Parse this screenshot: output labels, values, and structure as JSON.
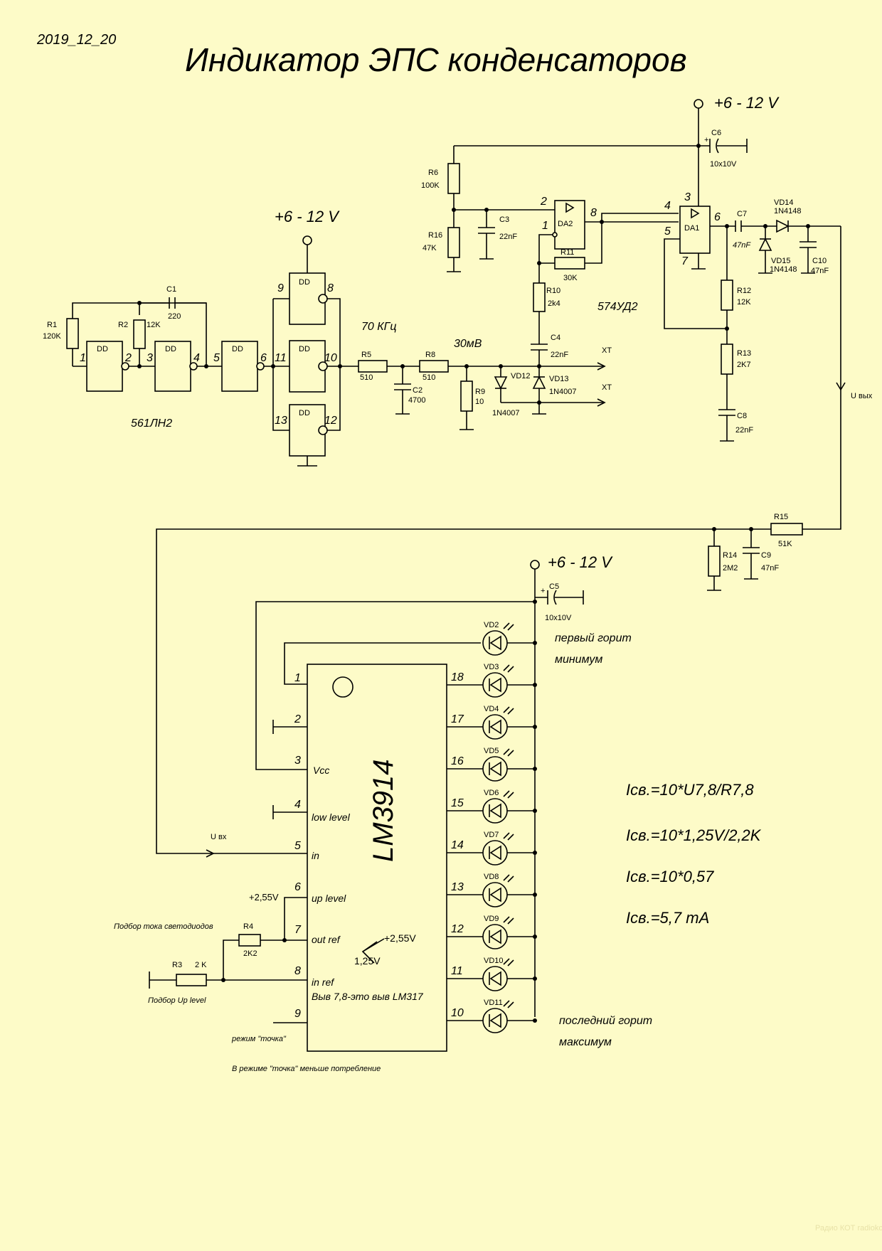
{
  "date": "2019_12_20",
  "title": "Индикатор ЭПС конденсаторов",
  "power": "+6 - 12 V",
  "gen": {
    "dd": "DD",
    "chip": "561ЛН2",
    "freq": "70 КГц",
    "amp": "30мВ",
    "pins": [
      "1",
      "2",
      "3",
      "4",
      "5",
      "6",
      "9",
      "8",
      "11",
      "10",
      "13",
      "12"
    ],
    "r1": "R1",
    "r1v": "120K",
    "r2": "R2",
    "r2v": "12K",
    "c1": "C1",
    "c1v": "220",
    "r5": "R5",
    "r5v": "510",
    "c2": "C2",
    "c2v": "4700",
    "r8": "R8",
    "r8v": "510",
    "r9": "R9",
    "r9v": "10",
    "vd12": "VD12",
    "vd13": "VD13",
    "d1n4007": "1N4007",
    "xt": "XT"
  },
  "amp": {
    "r6": "R6",
    "r6v": "100K",
    "r16": "R16",
    "r16v": "47K",
    "c3": "C3",
    "c3v": "22nF",
    "da2": "DA2",
    "da1": "DA1",
    "r11": "R11",
    "r11v": "30K",
    "r10": "R10",
    "r10v": "2k4",
    "c4": "C4",
    "c4v": "22nF",
    "opamp": "574УД2",
    "c6": "C6",
    "c6v": "10x10V",
    "c7": "C7",
    "c7v": "47nF",
    "vd14": "VD14",
    "vd15": "VD15",
    "d1n4148": "1N4148",
    "c10": "C10",
    "c10v": "47nF",
    "r12": "R12",
    "r12v": "12K",
    "r13": "R13",
    "r13v": "2K7",
    "c8": "C8",
    "c8v": "22nF",
    "uout": "U вых",
    "pins": [
      "2",
      "1",
      "8",
      "4",
      "3",
      "6",
      "5",
      "7"
    ]
  },
  "filter": {
    "r15": "R15",
    "r15v": "51K",
    "r14": "R14",
    "r14v": "2M2",
    "c9": "C9",
    "c9v": "47nF"
  },
  "lm": {
    "chip": "LM3914",
    "c5": "C5",
    "c5v": "10x10V",
    "uin": "U вх",
    "left_pins": [
      "1",
      "2",
      "3",
      "4",
      "5",
      "6",
      "7",
      "8",
      "9"
    ],
    "right_pins": [
      "18",
      "17",
      "16",
      "15",
      "14",
      "13",
      "12",
      "11",
      "10"
    ],
    "vcc": "Vcc",
    "low": "low level",
    "in": "in",
    "up": "up level",
    "outref": "out ref",
    "inref": "in ref",
    "note_pins": "Выв 7,8-это выв LM317",
    "v255": "+2,55V",
    "v255b": "+2,55V",
    "v125": "1,25V",
    "r4": "R4",
    "r4v": "2K2",
    "r3": "R3",
    "r3v": "2 K",
    "sel_led": "Подбор тока светодиодов",
    "sel_up": "Подбор Up level",
    "mode_dot": "режим \"точка\"",
    "mode_note": "В режиме \"точка\" меньше потребление",
    "leds": [
      "VD2",
      "VD3",
      "VD4",
      "VD5",
      "VD6",
      "VD7",
      "VD8",
      "VD9",
      "VD10",
      "VD11"
    ],
    "first1": "первый горит",
    "first2": "минимум",
    "last1": "последний горит",
    "last2": "максимум"
  },
  "formulas": [
    "Iсв.=10*U7,8/R7,8",
    "Iсв.=10*1,25V/2,2K",
    "Iсв.=10*0,57",
    "Iсв.=5,7 mA"
  ],
  "watermark": "Радио КОТ radiokot.ru"
}
